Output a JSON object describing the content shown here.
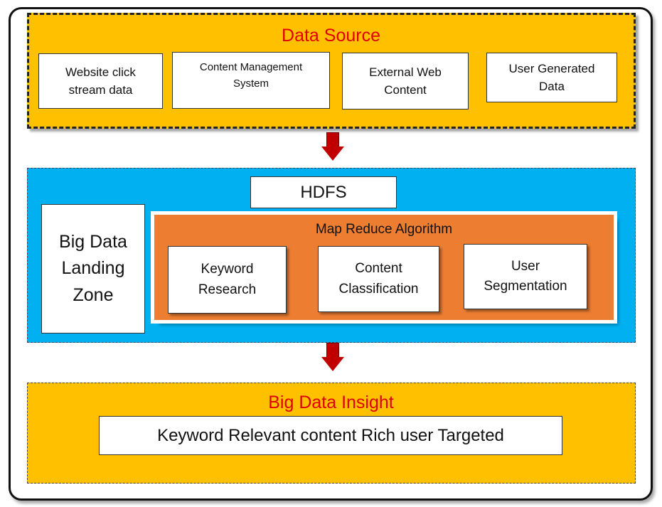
{
  "data_source": {
    "title": "Data Source",
    "boxes": [
      "Website click stream data",
      "Content Management System",
      "External Web Content",
      "User Generated Data"
    ]
  },
  "hdfs": "HDFS",
  "landing_zone": "Big Data Landing Zone",
  "map_reduce": {
    "title": "Map Reduce Algorithm",
    "boxes": [
      "Keyword Research",
      "Content Classification",
      "User Segmentation"
    ]
  },
  "insight": {
    "title": "Big Data Insight",
    "text": "Keyword Relevant content Rich user Targeted"
  },
  "colors": {
    "gold": "#ffc000",
    "blue": "#00b0f0",
    "orange": "#ed7d31",
    "arrow": "#c00000",
    "title_red": "#e00000"
  }
}
